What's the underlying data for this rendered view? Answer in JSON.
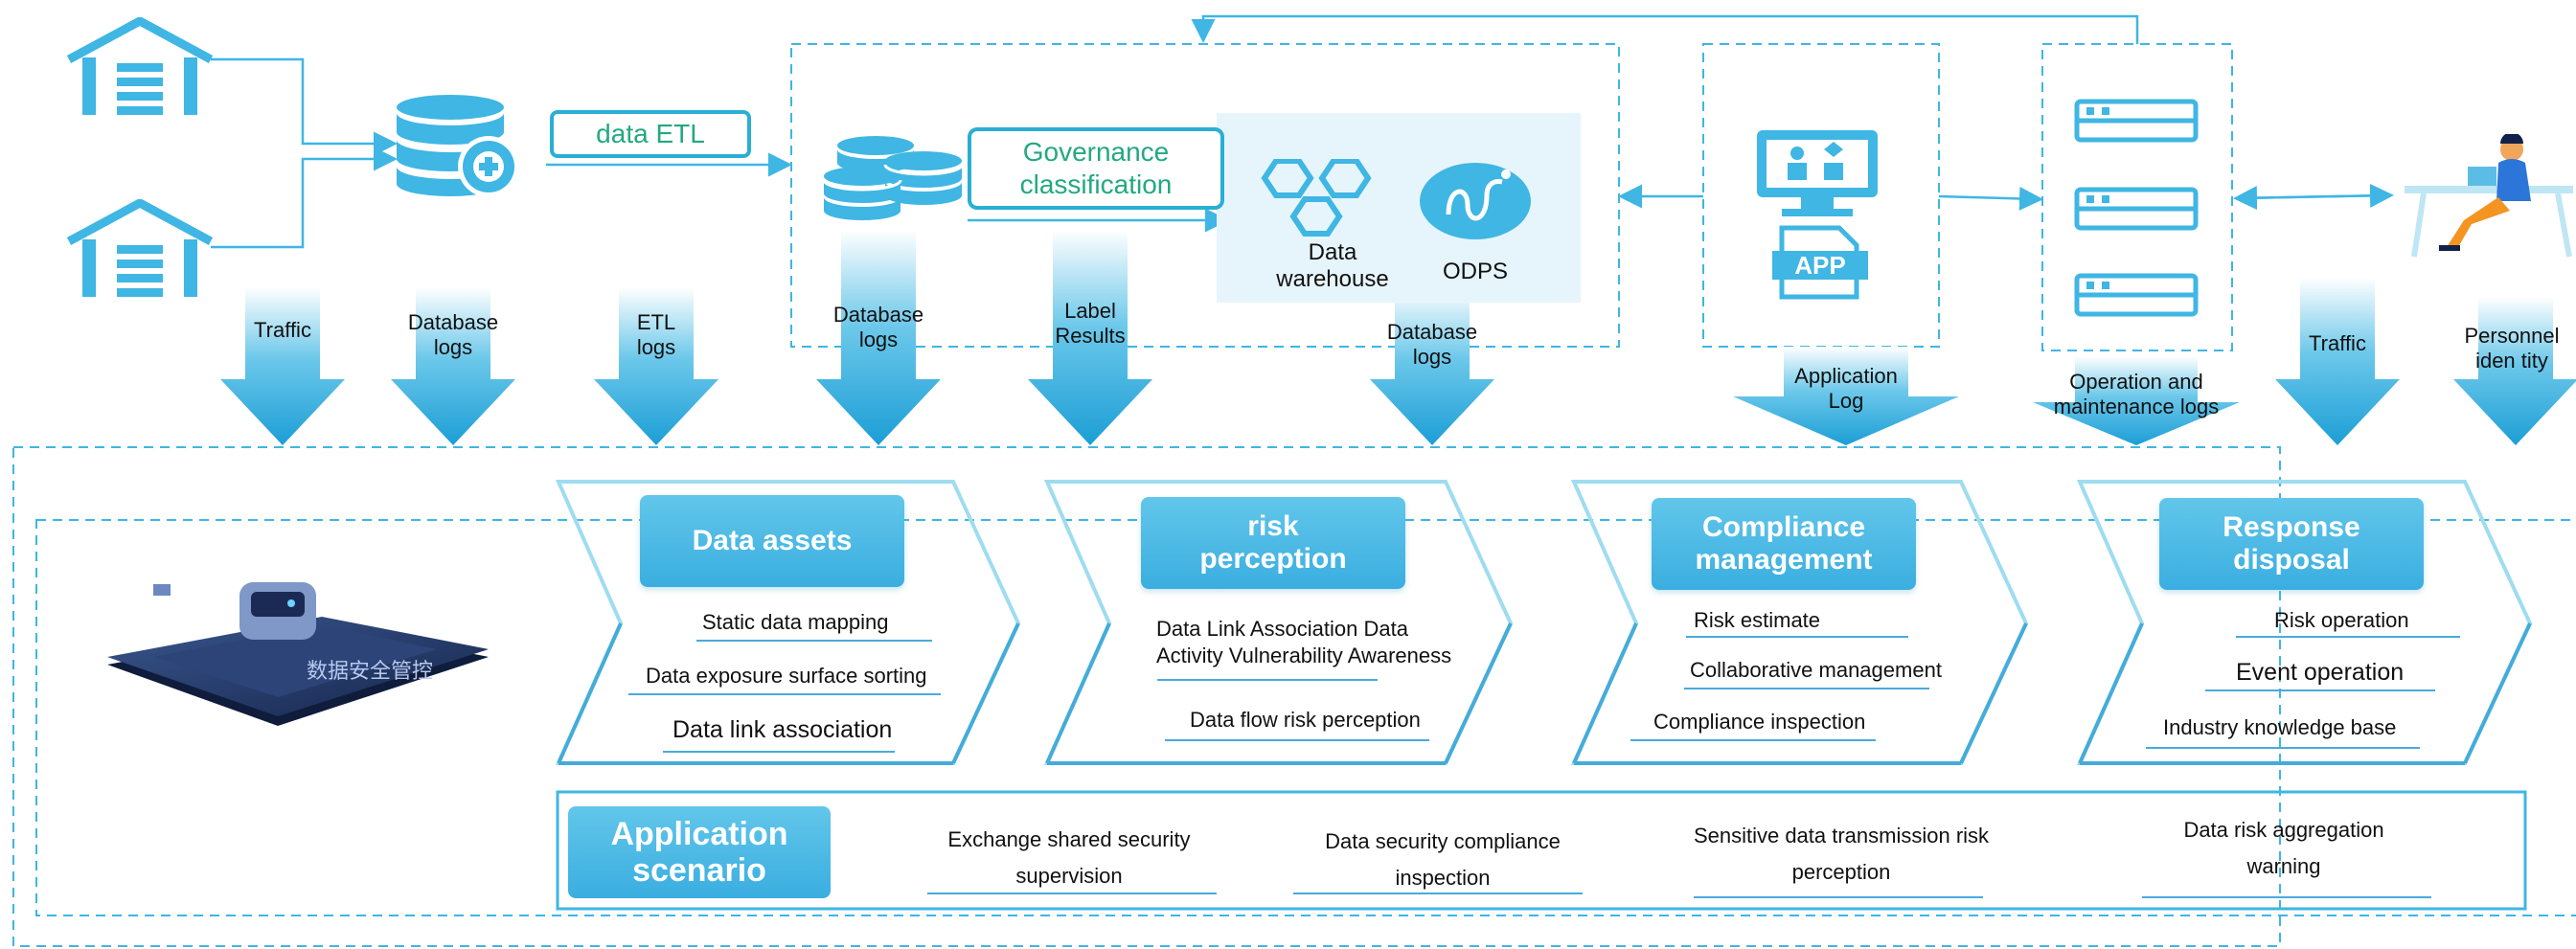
{
  "top": {
    "etl_label": "data ETL",
    "governance_label": "Governance\nclassification",
    "data_warehouse_label": "Data\nwarehouse",
    "odps_label": "ODPS",
    "app_icon_text": "APP"
  },
  "flows": [
    {
      "label": "Traffic"
    },
    {
      "label": "Database\nlogs"
    },
    {
      "label": "ETL\nlogs"
    },
    {
      "label": "Database\nlogs"
    },
    {
      "label": "Label\nResults"
    },
    {
      "label": "Database\nlogs"
    },
    {
      "label": "Application\nLog"
    },
    {
      "label": "Operation and\nmaintenance logs"
    },
    {
      "label": "Traffic"
    },
    {
      "label": "Personnel\niden tity"
    }
  ],
  "platform_logo_text": "数据安全管控",
  "stages": [
    {
      "title": "Data assets",
      "items": [
        "Static data mapping",
        "Data exposure surface sorting",
        "Data link association"
      ]
    },
    {
      "title": "risk\nperception",
      "items": [
        "Data Link Association Data\nActivity Vulnerability Awareness",
        "Data flow risk perception"
      ]
    },
    {
      "title": "Compliance\nmanagement",
      "items": [
        "Risk estimate",
        "Collaborative management",
        "Compliance inspection"
      ]
    },
    {
      "title": "Response\ndisposal",
      "items": [
        "Risk operation",
        "Event operation",
        "Industry knowledge base"
      ]
    }
  ],
  "scenario": {
    "title": "Application\nscenario",
    "items": [
      "Exchange shared security\nsupervision",
      "Data security compliance\ninspection",
      "Sensitive data transmission risk\nperception",
      "Data risk aggregation\nwarning"
    ]
  },
  "colors": {
    "accent": "#3fb6e3",
    "dark_accent": "#1a9fd6",
    "green_text": "#22a882"
  }
}
